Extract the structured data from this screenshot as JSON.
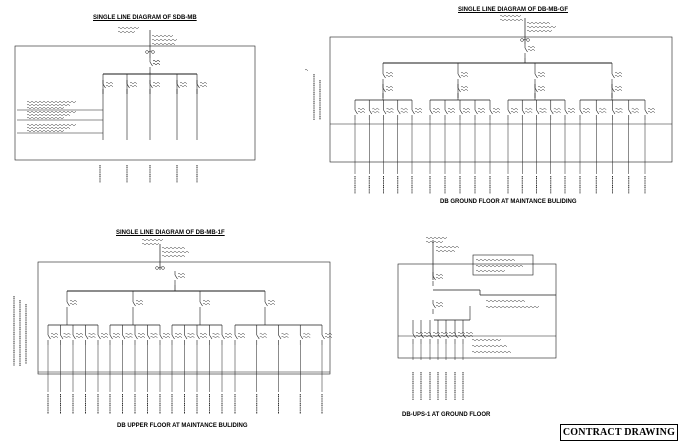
{
  "diagrams": {
    "sdb_mb": {
      "title": "SINGLE LINE DIAGRAM OF SDB-MB"
    },
    "db_mb_gf": {
      "title": "SINGLE LINE DIAGRAM OF DB-MB-GF",
      "caption": "DB GROUND FLOOR AT MAINTANCE BULIDING"
    },
    "db_mb_1f": {
      "title": "SINGLE LINE DIAGRAM OF DB-MB-1F",
      "caption": "DB UPPER FLOOR AT MAINTANCE BULIDING"
    },
    "db_ups_1": {
      "caption": "DB-UPS-1 AT GROUND FLOOR"
    }
  },
  "stamp": {
    "label": "CONTRACT DRAWING"
  },
  "colors": {
    "line": "#1a1a1a",
    "text": "#000000",
    "background": "#ffffff"
  }
}
